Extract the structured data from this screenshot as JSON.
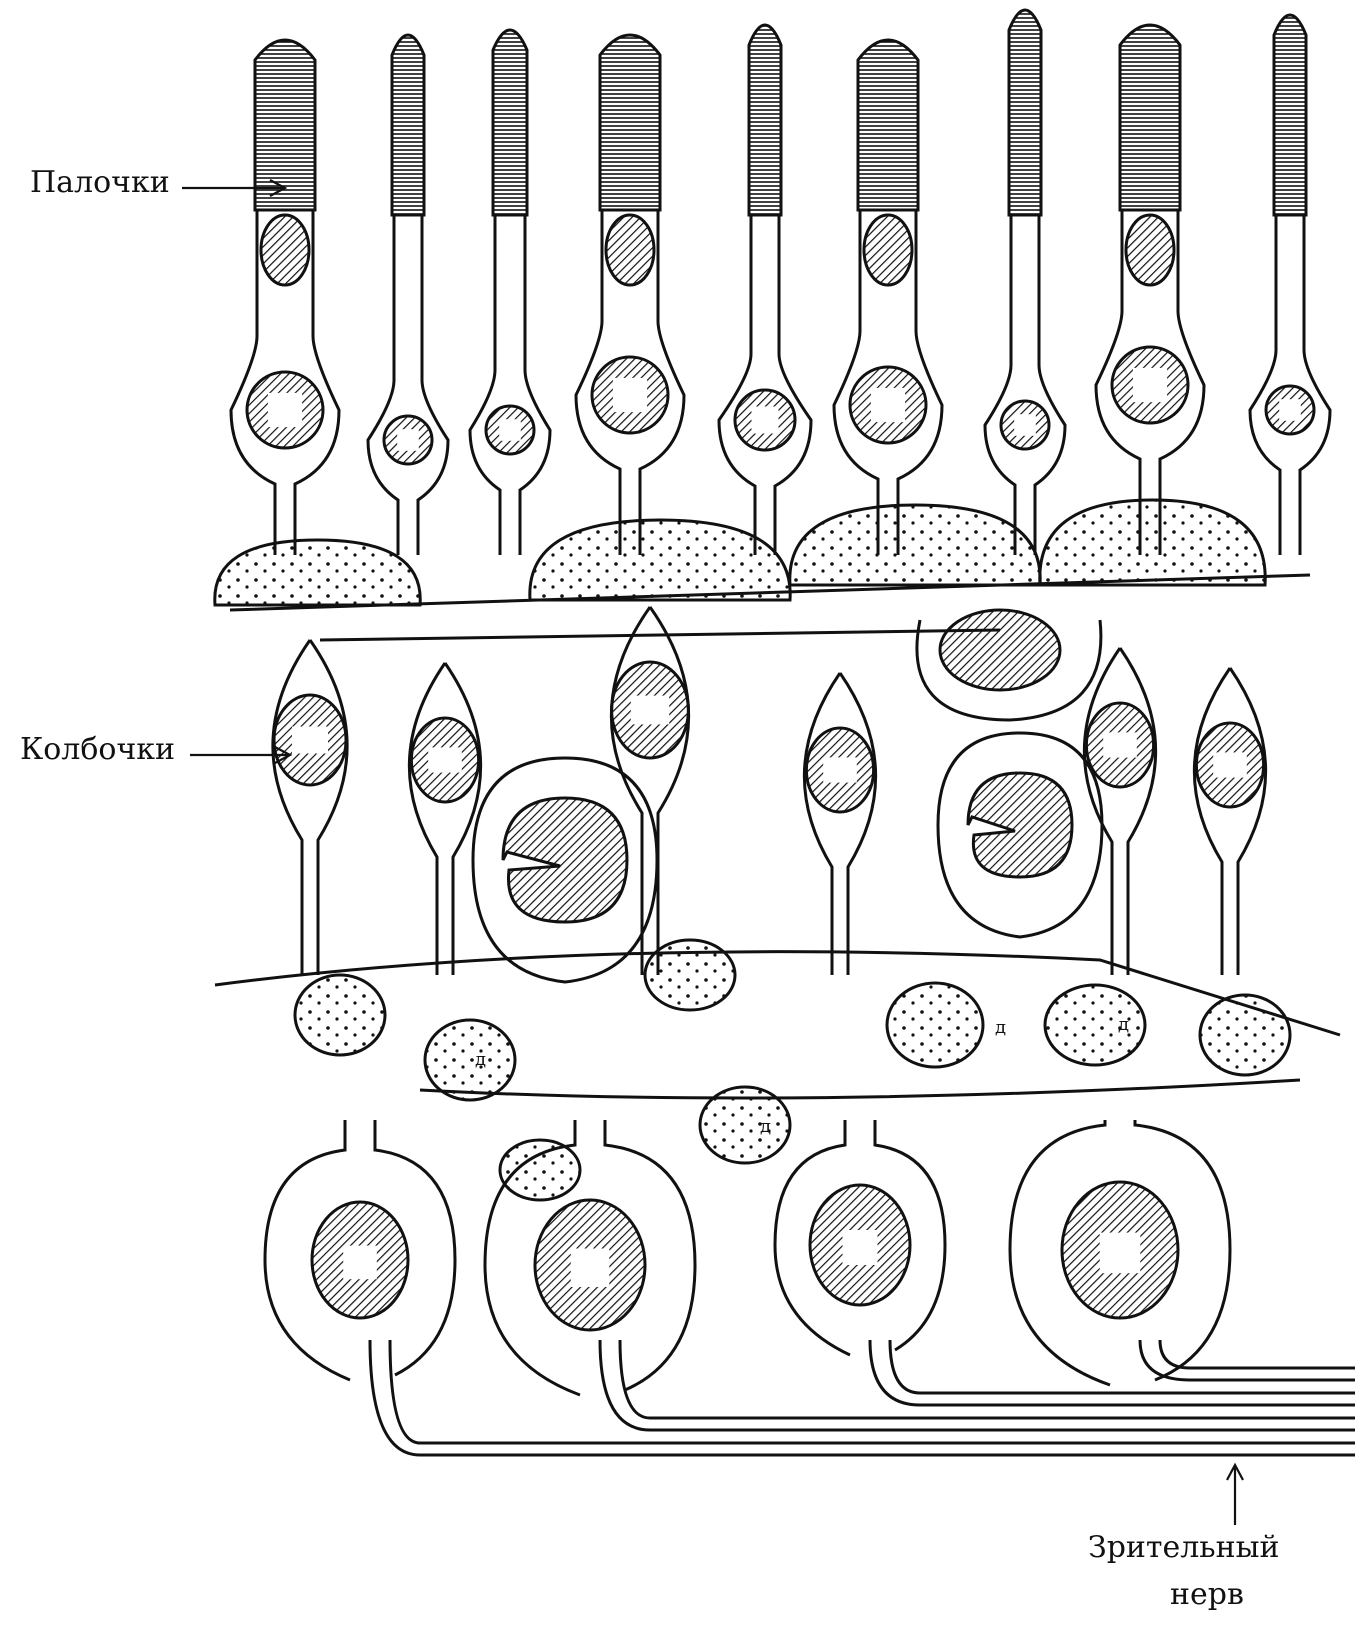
{
  "labels": {
    "rods": "Палочки",
    "cones": "Колбочки",
    "optic_nerve_line1": "Зрительный",
    "optic_nerve_line2": "нерв"
  },
  "cell_markers": {
    "d": "д"
  },
  "colors": {
    "ink": "#111111",
    "paper": "#ffffff"
  }
}
